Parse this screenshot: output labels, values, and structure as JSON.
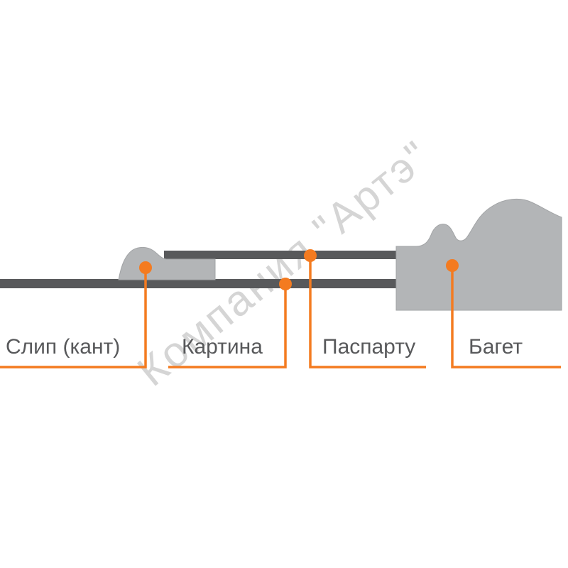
{
  "diagram": {
    "watermark_text": "Компания \"Артэ\"",
    "labels": {
      "slip": "Слип (кант)",
      "picture": "Картина",
      "passepartout": "Паспарту",
      "baguette": "Багет"
    },
    "colors": {
      "accent_orange": "#f47b20",
      "layer_dark_gray": "#58595b",
      "profile_light_gray": "#b3b5b7",
      "watermark_gray": "#d5d5d5",
      "label_text": "#58595b"
    }
  }
}
